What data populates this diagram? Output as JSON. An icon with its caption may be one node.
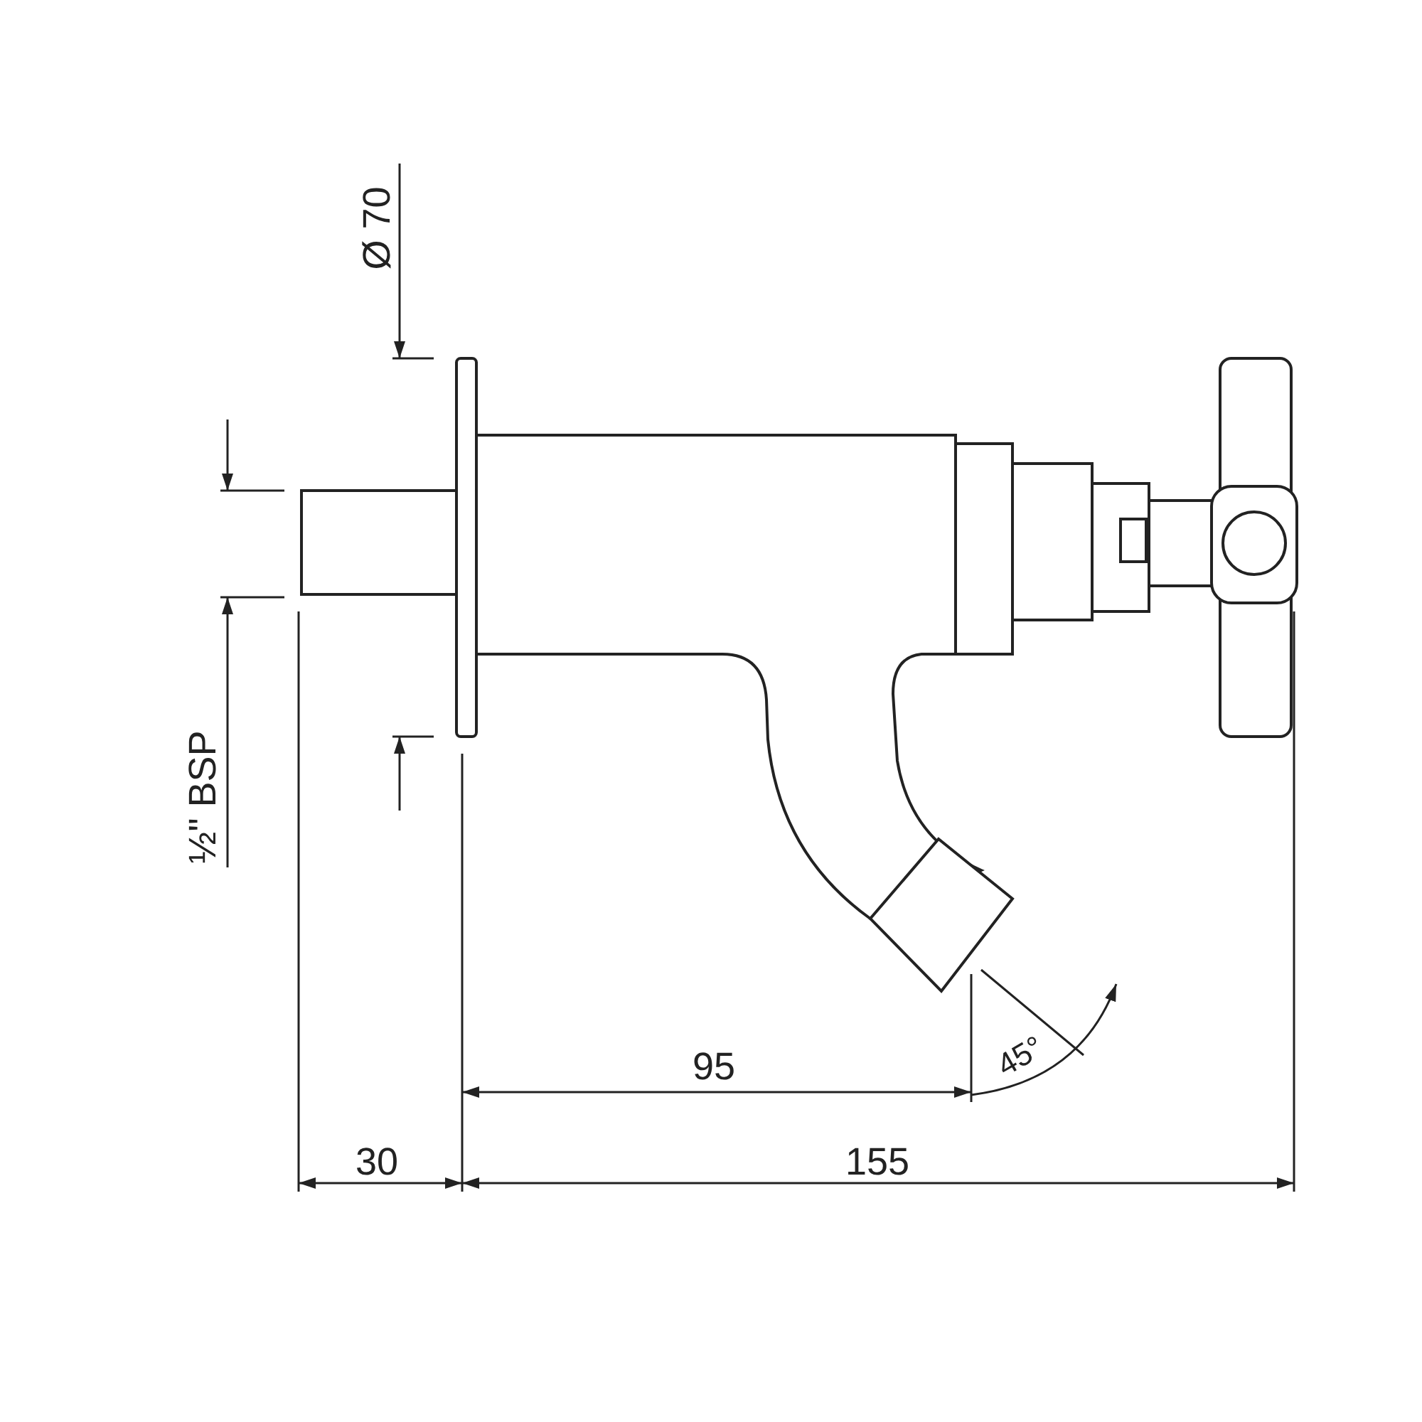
{
  "diagram": {
    "labels": [
      "Ø 70",
      "½\" BSP",
      "95",
      "45°",
      "30",
      "155"
    ]
  }
}
